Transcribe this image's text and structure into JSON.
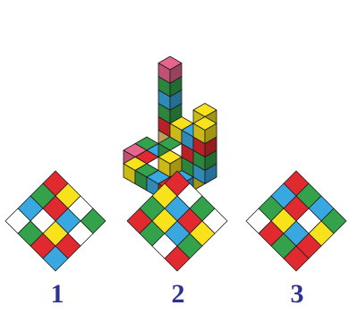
{
  "palette": {
    "red": "#e02a2f",
    "green": "#34a24a",
    "yellow": "#f7e21c",
    "blue": "#39a8e0",
    "pink": "#e8648d",
    "white": "#ffffff",
    "tan": "#e8c06c",
    "outline": "#1c1c1c"
  },
  "structure": {
    "description_colors": [
      "red",
      "green",
      "yellow",
      "blue",
      "pink",
      "white",
      "tan"
    ]
  },
  "options": [
    {
      "label": "1",
      "grid": [
        [
          "red",
          "yellow",
          "white",
          "green"
        ],
        [
          "green",
          "red",
          "blue",
          "white"
        ],
        [
          "blue",
          "white",
          "yellow",
          "red"
        ],
        [
          "white",
          "green",
          "red",
          "blue"
        ]
      ]
    },
    {
      "label": "2",
      "grid": [
        [
          "red",
          "white",
          "green",
          "white"
        ],
        [
          "yellow",
          "blue",
          "red",
          "yellow"
        ],
        [
          "green",
          "yellow",
          "blue",
          "green"
        ],
        [
          "red",
          "green",
          "white",
          "red"
        ]
      ]
    },
    {
      "label": "3",
      "grid": [
        [
          "red",
          "green",
          "blue",
          "green"
        ],
        [
          "blue",
          "red",
          "white",
          "yellow"
        ],
        [
          "green",
          "yellow",
          "blue",
          "red"
        ],
        [
          "white",
          "red",
          "green",
          "red"
        ]
      ]
    }
  ]
}
